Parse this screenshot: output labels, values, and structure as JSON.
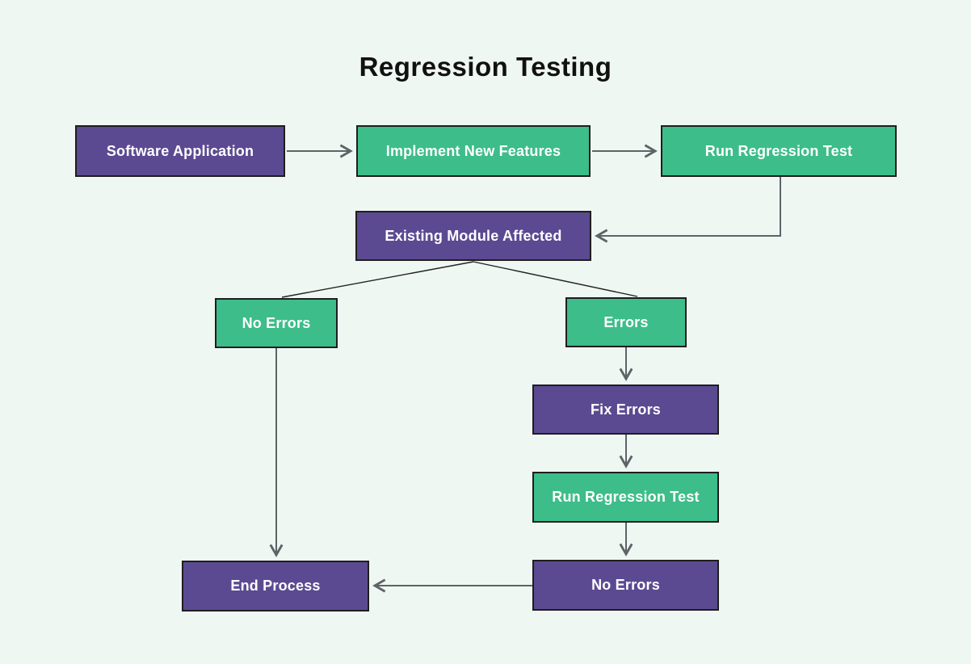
{
  "title": "Regression Testing",
  "colors": {
    "background": "#eff7f3",
    "purple": "#5b4a91",
    "green": "#3dbd89",
    "box_border": "#1e1e1e",
    "box_text": "#ffffff",
    "title_text": "#111111",
    "connector": "#5f6368",
    "branch_line": "#222222"
  },
  "nodes": {
    "software_application": {
      "label": "Software Application",
      "color": "purple"
    },
    "implement_new_features": {
      "label": "Implement New Features",
      "color": "green"
    },
    "run_regression_test_1": {
      "label": "Run Regression Test",
      "color": "green"
    },
    "existing_module_affected": {
      "label": "Existing Module Affected",
      "color": "purple"
    },
    "no_errors_left": {
      "label": "No Errors",
      "color": "green"
    },
    "errors": {
      "label": "Errors",
      "color": "green"
    },
    "fix_errors": {
      "label": "Fix Errors",
      "color": "purple"
    },
    "run_regression_test_2": {
      "label": "Run Regression Test",
      "color": "green"
    },
    "end_process": {
      "label": "End Process",
      "color": "purple"
    },
    "no_errors_bottom": {
      "label": "No Errors",
      "color": "purple"
    }
  },
  "edges": [
    {
      "from": "software_application",
      "to": "implement_new_features",
      "style": "arrow"
    },
    {
      "from": "implement_new_features",
      "to": "run_regression_test_1",
      "style": "arrow"
    },
    {
      "from": "run_regression_test_1",
      "to": "existing_module_affected",
      "style": "arrow-elbow"
    },
    {
      "from": "existing_module_affected",
      "to": "no_errors_left",
      "style": "plain-diagonal"
    },
    {
      "from": "existing_module_affected",
      "to": "errors",
      "style": "plain-diagonal"
    },
    {
      "from": "no_errors_left",
      "to": "end_process",
      "style": "arrow"
    },
    {
      "from": "errors",
      "to": "fix_errors",
      "style": "arrow"
    },
    {
      "from": "fix_errors",
      "to": "run_regression_test_2",
      "style": "arrow"
    },
    {
      "from": "run_regression_test_2",
      "to": "no_errors_bottom",
      "style": "arrow"
    },
    {
      "from": "no_errors_bottom",
      "to": "end_process",
      "style": "arrow"
    }
  ]
}
